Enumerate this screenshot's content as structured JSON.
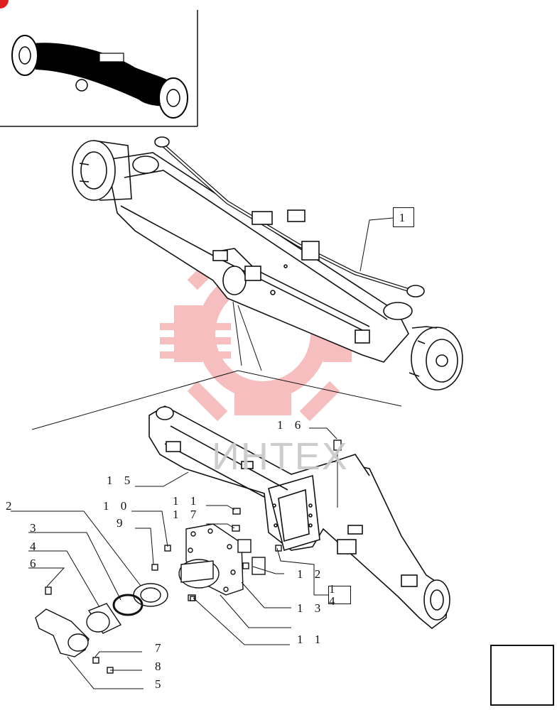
{
  "watermark": {
    "text": "ИНТЕХ",
    "gear_color": "#f0a0a0"
  },
  "callouts": {
    "c1": "1",
    "c2": "2",
    "c3": "3",
    "c4": "4",
    "c5": "5",
    "c6": "6",
    "c7": "7",
    "c8": "8",
    "c9": "9",
    "c10": "1 0",
    "c11a": "1 1",
    "c11b": "1 1",
    "c12": "1 2",
    "c13": "1 3",
    "c14": "1 4",
    "c15": "1 5",
    "c16": "1 6",
    "c17": "1 7"
  },
  "icons": {
    "next": "next-page-arrow-icon"
  },
  "colors": {
    "line": "#111111",
    "accent": "#e02020"
  }
}
